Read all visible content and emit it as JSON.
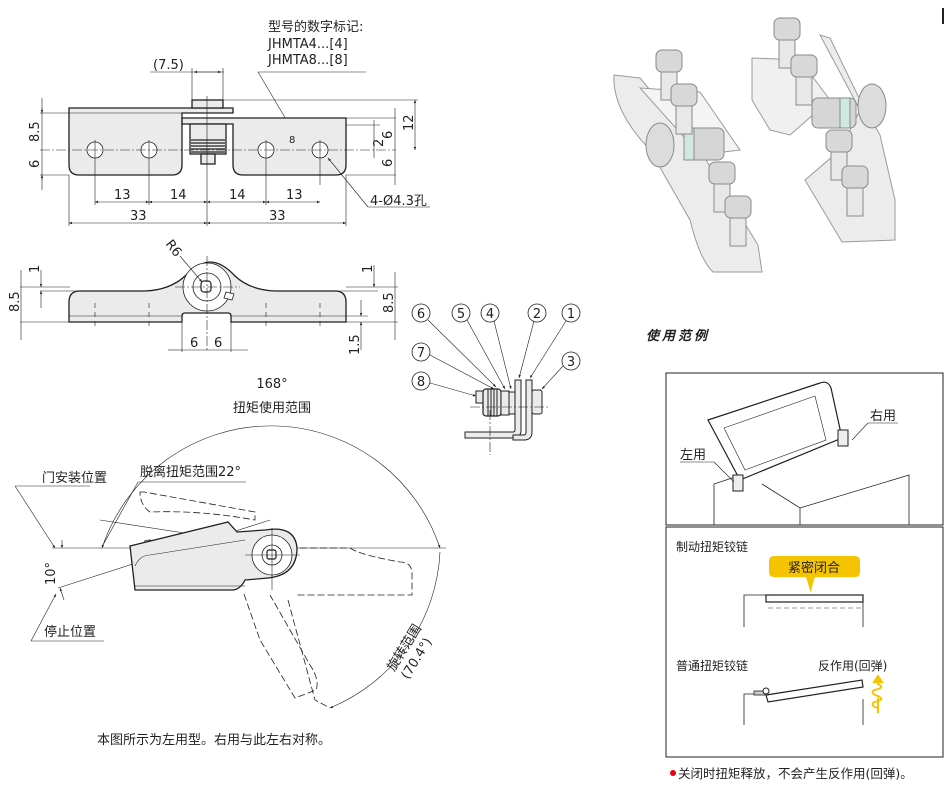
{
  "top_view": {
    "model_marking_title": "型号的数字标记:",
    "model_marking_1": "JHMTA4...[4]",
    "model_marking_2": "JHMTA8...[8]",
    "marking_digit": "8",
    "dim_pin": "(7.5)",
    "dim_left_upper": "8.5",
    "dim_left_lower": "6",
    "dim_right_2": "2",
    "dim_right_6a": "6",
    "dim_right_6b": "6",
    "dim_right_12": "12",
    "dim_13_left": "13",
    "dim_14_left": "14",
    "dim_14_right": "14",
    "dim_13_right": "13",
    "dim_33_left": "33",
    "dim_33_right": "33",
    "hole_callout": "4-Ø4.3孔"
  },
  "front_view": {
    "radius_label": "R6",
    "dim_left_1": "1",
    "dim_left_85": "8.5",
    "dim_right_1": "1",
    "dim_right_85": "8.5",
    "dim_right_15": "1.5",
    "dim_6_left": "6",
    "dim_6_right": "6"
  },
  "exploded_view": {
    "callouts": [
      "1",
      "2",
      "3",
      "4",
      "5",
      "6",
      "7",
      "8"
    ]
  },
  "rotation_view": {
    "angle_total": "168°",
    "torque_range_label": "扭矩使用范围",
    "door_install_position": "门安装位置",
    "torque_release_label": "脱离扭矩范围22°",
    "stop_angle": "10°",
    "stop_position": "停止位置",
    "rotation_range_label": "旋转范围",
    "rotation_range_value": "(70.4°)",
    "caption": "本图所示为左用型。右用与此左右对称。"
  },
  "usage": {
    "title": "使用范例",
    "left_label": "左用",
    "right_label": "右用",
    "brake_hinge_label": "制动扭矩铰链",
    "tight_close_label": "紧密闭合",
    "normal_hinge_label": "普通扭矩铰链",
    "reaction_label": "反作用(回弹)",
    "note": "关闭时扭矩释放，不会产生反作用(回弹)。",
    "accent_yellow": "#f5c400",
    "note_bullet_color": "#e60012"
  }
}
